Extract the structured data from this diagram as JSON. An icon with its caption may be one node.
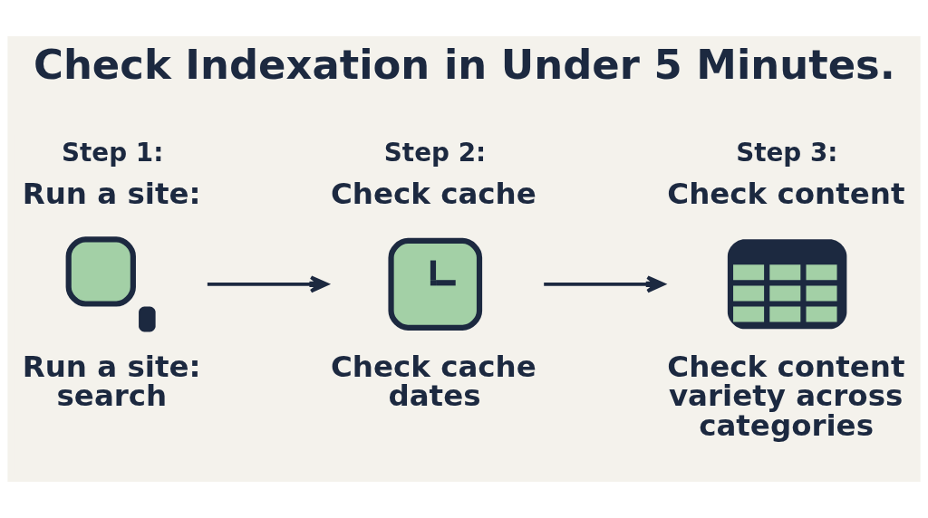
{
  "diagram": {
    "title": "Check Indexation in Under 5 Minutes.",
    "nodes": [
      {
        "text": [
          "Step 1:",
          "Run a site:",
          "Run a site: search"
        ]
      },
      {
        "text": [
          "Step 2:",
          "Check cache",
          "Check cache dates"
        ]
      },
      {
        "text": [
          "Step 3:",
          "Check content",
          "Check content variety across categories"
        ]
      }
    ],
    "edges": [
      {
        "from": 0,
        "to": 1,
        "arrow": "to"
      },
      {
        "from": 1,
        "to": 2,
        "arrow": "to"
      }
    ]
  }
}
